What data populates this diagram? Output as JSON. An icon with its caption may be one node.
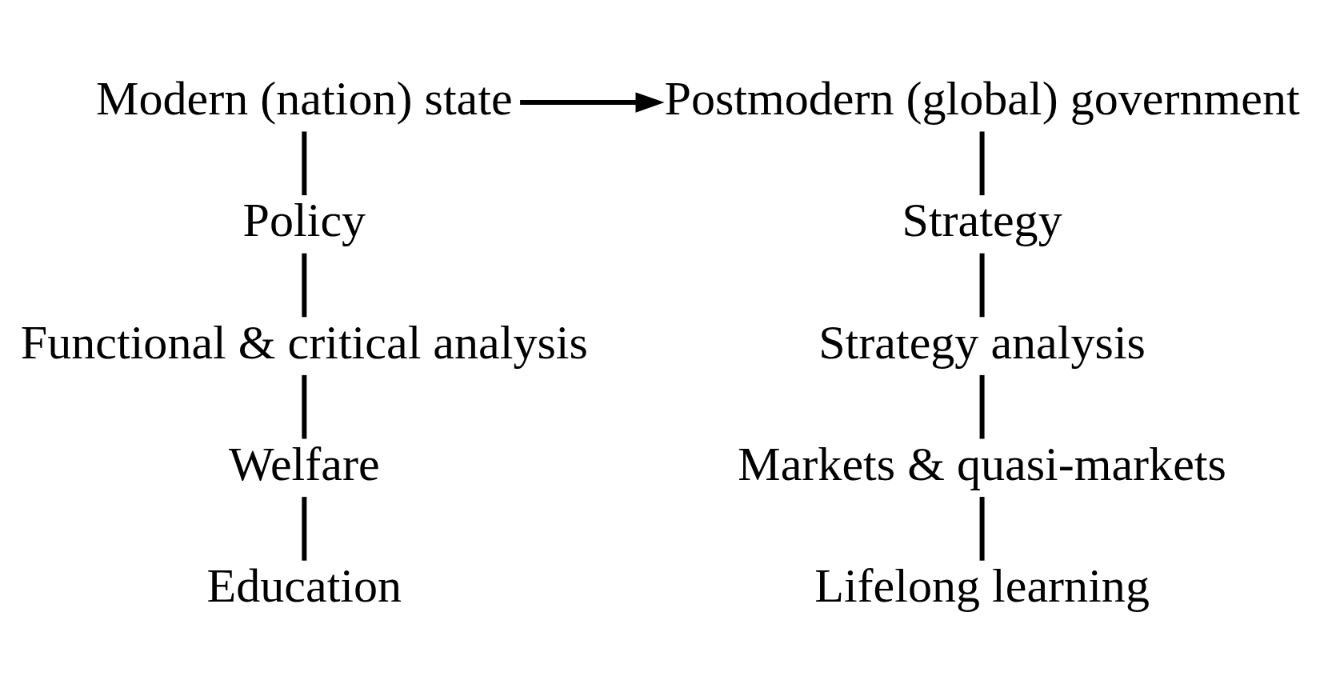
{
  "diagram": {
    "nodes": [
      {
        "text": [
          "Modern (nation) state"
        ]
      },
      {
        "text": [
          "Postmodern (global) government"
        ]
      },
      {
        "text": [
          "Policy"
        ]
      },
      {
        "text": [
          "Strategy"
        ]
      },
      {
        "text": [
          "Functional & critical analysis"
        ]
      },
      {
        "text": [
          "Strategy analysis"
        ]
      },
      {
        "text": [
          "Welfare"
        ]
      },
      {
        "text": [
          "Markets & quasi-markets"
        ]
      },
      {
        "text": [
          "Education"
        ]
      },
      {
        "text": [
          "Lifelong learning"
        ]
      }
    ],
    "edges": [
      {
        "from": 0,
        "to": 1,
        "arrow": "to"
      },
      {
        "from": 0,
        "to": 2,
        "arrow": "none"
      },
      {
        "from": 2,
        "to": 4,
        "arrow": "none"
      },
      {
        "from": 4,
        "to": 6,
        "arrow": "none"
      },
      {
        "from": 6,
        "to": 8,
        "arrow": "none"
      },
      {
        "from": 1,
        "to": 3,
        "arrow": "none"
      },
      {
        "from": 3,
        "to": 5,
        "arrow": "none"
      },
      {
        "from": 5,
        "to": 7,
        "arrow": "none"
      },
      {
        "from": 7,
        "to": 9,
        "arrow": "none"
      }
    ]
  }
}
